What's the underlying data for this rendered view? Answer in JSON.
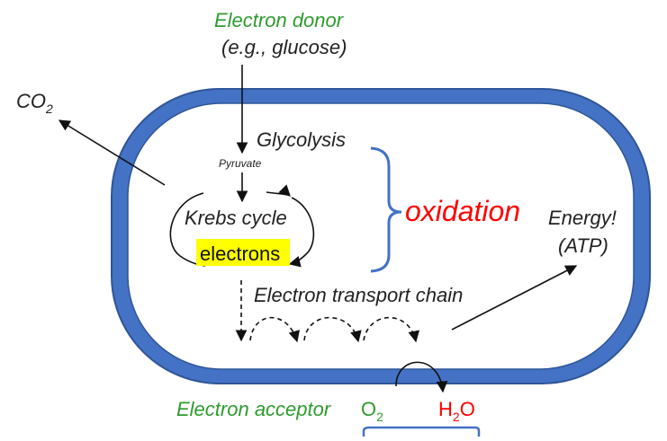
{
  "labels": {
    "donor_line1": "Electron donor",
    "donor_line2": "(e.g., glucose)",
    "co2_base": "CO",
    "co2_sub": "2",
    "glycolysis": "Glycolysis",
    "pyruvate": "Pyruvate",
    "krebs": "Krebs cycle",
    "electrons": "electrons",
    "oxidation": "oxidation",
    "energy_line1": "Energy!",
    "energy_line2": "(ATP)",
    "etc": "Electron transport chain",
    "acceptor": "Electron acceptor",
    "o2_base": "O",
    "o2_sub": "2",
    "h2o_h": "H",
    "h2o_sub": "2",
    "h2o_o": "O"
  },
  "colors": {
    "membrane": "#4472C4",
    "membrane_dark": "#2F5597",
    "green": "#2E9B2E",
    "red": "#FF0000",
    "highlight": "#FFFF00",
    "bracket": "#4472C4",
    "text": "#222222"
  }
}
